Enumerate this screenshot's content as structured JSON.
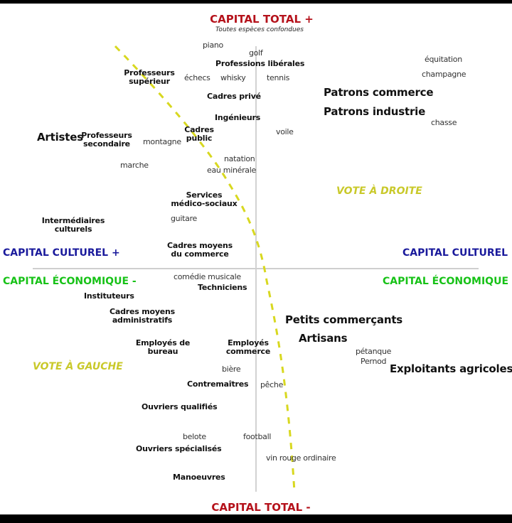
{
  "axes": {
    "top": "CAPITAL TOTAL +",
    "subtitle": "Toutes espèces confondues",
    "bottom": "CAPITAL TOTAL -",
    "left_cultural": "CAPITAL CULTUREL +",
    "right_cultural": "CAPITAL CULTUREL",
    "left_economic": "CAPITAL ÉCONOMIQUE -",
    "right_economic": "CAPITAL ÉCONOMIQUE"
  },
  "votes": {
    "right": "VOTE À DROITE",
    "left": "VOTE À GAUCHE"
  },
  "professions": {
    "liberales": "Professions libérales",
    "prof_sup": "Professeurs\nsupérieur",
    "cadres_prive": "Cadres privé",
    "ingenieurs": "Ingénieurs",
    "cadres_public": "Cadres\npublic",
    "artistes": "Artistes",
    "prof_sec": "Professeurs\nsecondaire",
    "patrons_commerce": "Patrons commerce",
    "patrons_industrie": "Patrons industrie",
    "services_medico": "Services\nmédico-sociaux",
    "intermediaires": "Intermédiaires\nculturels",
    "cadres_moyens_commerce": "Cadres moyens\ndu commerce",
    "techniciens": "Techniciens",
    "instituteurs": "Instituteurs",
    "cadres_moyens_admin": "Cadres moyens\nadministratifs",
    "petits_commercants": "Petits commerçants",
    "artisans": "Artisans",
    "employes_bureau": "Employés de\nbureau",
    "employes_commerce": "Employés\ncommerce",
    "exploitants": "Exploitants agricoles",
    "contremaitres": "Contremaîtres",
    "ouvriers_qualifies": "Ouvriers qualifiés",
    "ouvriers_specialises": "Ouvriers spécialisés",
    "manoeuvres": "Manoeuvres"
  },
  "practices": {
    "piano": "piano",
    "golf": "golf",
    "echecs": "échecs",
    "whisky": "whisky",
    "tennis": "tennis",
    "equitation": "équitation",
    "champagne": "champagne",
    "chasse": "chasse",
    "voile": "voile",
    "montagne": "montagne",
    "natation": "natation",
    "eau": "eau minérale",
    "marche": "marche",
    "guitare": "guitare",
    "comedie": "comédie musicale",
    "petanque": "pétanque",
    "pernod": "Pernod",
    "biere": "bière",
    "peche": "pêche",
    "belote": "belote",
    "football": "football",
    "vin": "vin rouge ordinaire"
  },
  "colors": {
    "total": "#b5121b",
    "cultural": "#1a1a9c",
    "economic": "#17c217",
    "vote_line": "#d8d820"
  }
}
